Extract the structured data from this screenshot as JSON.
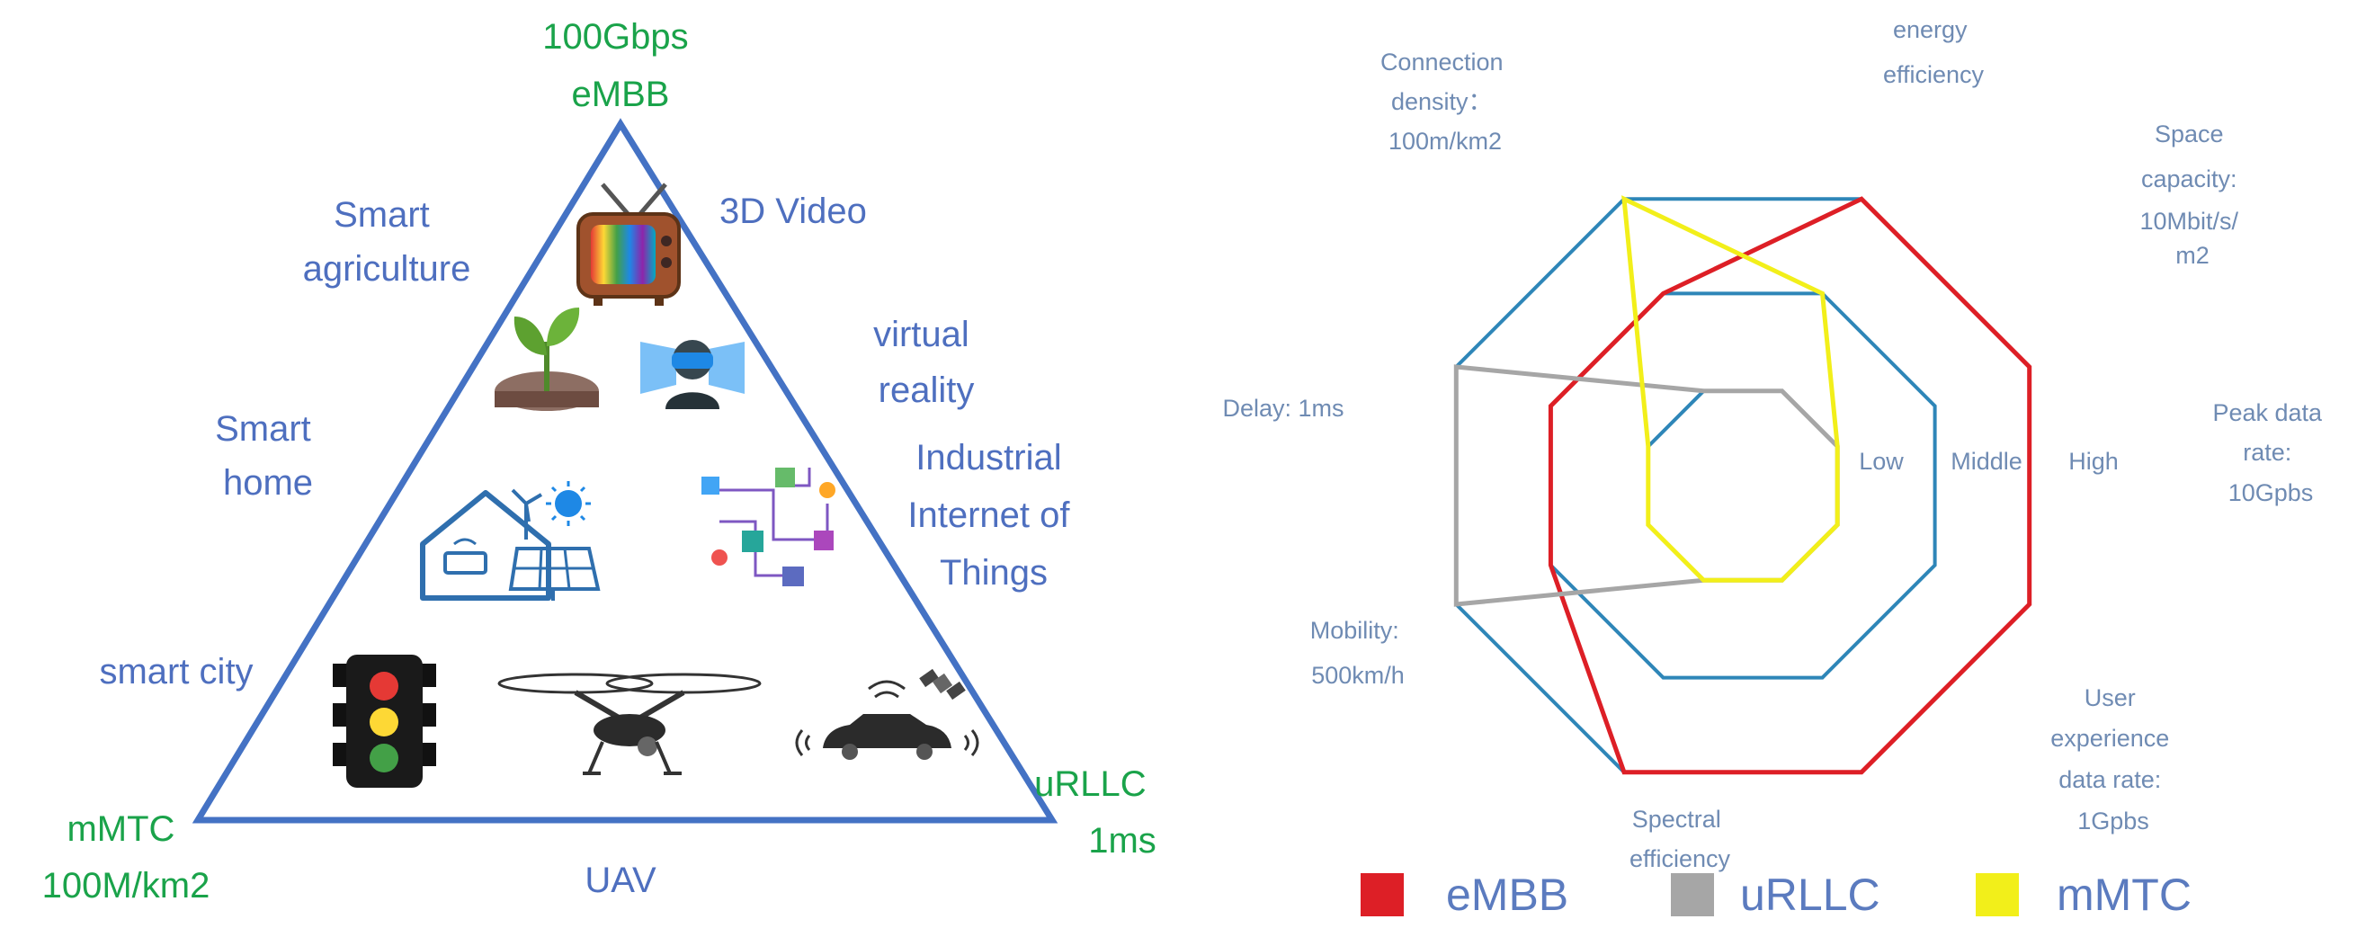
{
  "pyramid": {
    "top_label": [
      "100Gbps",
      "eMBB"
    ],
    "bottom_left_label": [
      "mMTC",
      "100M/km2"
    ],
    "bottom_right_label": [
      "uRLLC",
      "1ms"
    ],
    "bottom_center_label": "UAV",
    "applications": [
      {
        "key": "smart_agriculture",
        "lines": [
          "Smart",
          "agriculture"
        ]
      },
      {
        "key": "video_3d",
        "lines": [
          "3D Video"
        ]
      },
      {
        "key": "virtual_reality",
        "lines": [
          "virtual",
          "reality"
        ]
      },
      {
        "key": "smart_home",
        "lines": [
          "Smart",
          "home"
        ]
      },
      {
        "key": "industrial_iot",
        "lines": [
          "Industrial",
          "Internet of",
          "Things"
        ]
      },
      {
        "key": "smart_city",
        "lines": [
          "smart city"
        ]
      }
    ],
    "icons": [
      "tv-icon",
      "plant-icon",
      "vr-headset-icon",
      "smart-house-icon",
      "iot-network-icon",
      "traffic-light-icon",
      "drone-icon",
      "connected-car-icon"
    ],
    "colors": {
      "line": "#4472c4",
      "label": "#4e6fbf",
      "endpoint": "#1aa34a"
    }
  },
  "radar": {
    "axes": [
      {
        "key": "energy",
        "lines": [
          "energy",
          "efficiency"
        ]
      },
      {
        "key": "space",
        "lines": [
          "Space",
          "capacity:",
          "10Mbit/s/",
          "m2"
        ]
      },
      {
        "key": "peak",
        "lines": [
          "Peak data",
          "rate:",
          "10Gpbs"
        ]
      },
      {
        "key": "user",
        "lines": [
          "User",
          "experience",
          "data rate:",
          "1Gpbs"
        ]
      },
      {
        "key": "spectral",
        "lines": [
          "Spectral",
          "efficiency"
        ]
      },
      {
        "key": "mobility",
        "lines": [
          "Mobility:",
          "500km/h"
        ]
      },
      {
        "key": "delay",
        "lines": [
          "Delay: 1ms"
        ]
      },
      {
        "key": "connection",
        "lines": [
          "Connection",
          "density：",
          "100m/km2"
        ]
      }
    ],
    "levels": [
      "Low",
      "Middle",
      "High"
    ],
    "series": [
      {
        "name": "eMBB",
        "color": "#dd1f26",
        "levels": [
          3,
          3,
          3,
          3,
          3,
          2,
          2,
          2
        ]
      },
      {
        "name": "uRLLC",
        "color": "#a6a6a6",
        "levels": [
          1,
          1,
          1,
          1,
          1,
          3,
          3,
          1
        ]
      },
      {
        "name": "mMTC",
        "color": "#f2ef1a",
        "levels": [
          2,
          1,
          1,
          1,
          1,
          1,
          1,
          3
        ]
      }
    ],
    "grid_color": "#2e86b8",
    "legend": [
      "eMBB",
      "uRLLC",
      "mMTC"
    ]
  }
}
